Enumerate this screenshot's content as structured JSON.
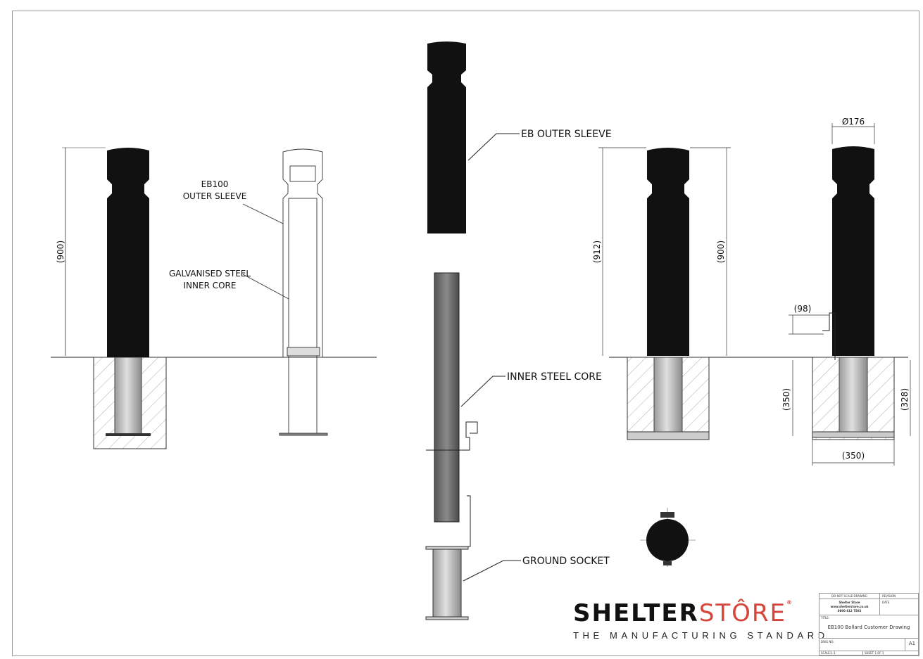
{
  "drawing": {
    "labels": {
      "eb100_outer_sleeve_1": "EB100",
      "eb100_outer_sleeve_2": "OUTER SLEEVE",
      "galvanised_1": "GALVANISED STEEL",
      "galvanised_2": "INNER CORE",
      "eb_outer_sleeve": "EB OUTER SLEEVE",
      "inner_steel_core": "INNER STEEL CORE",
      "ground_socket": "GROUND SOCKET"
    },
    "dimensions": {
      "left_height": "(900)",
      "right_total_height": "(912)",
      "right_height": "(900)",
      "diameter": "Ø176",
      "bracket_offset": "(98)",
      "pit_depth_a": "(350)",
      "pit_depth_b": "(328)",
      "pit_width": "(350)"
    }
  },
  "logo": {
    "part1": "SHELTER",
    "part2": "STÔRE",
    "registered": "®",
    "tagline": "THE MANUFACTURING STANDARD",
    "accent_color": "#d6453a"
  },
  "title_block": {
    "do_not_scale": "DO NOT SCALE DRAWING",
    "revision_label": "REVISION",
    "company": "Shelter Store",
    "website": "www.shelterstore.co.uk",
    "phone": "0800 612 7503",
    "date_label": "DATE",
    "title_label": "TITLE:",
    "title": "EB100 Bollard Customer Drawing",
    "dwg_no_label": "DWG NO.",
    "size": "A1",
    "scale": "SCALE:1:1",
    "sheet": "SHEET 1 OF 1"
  }
}
